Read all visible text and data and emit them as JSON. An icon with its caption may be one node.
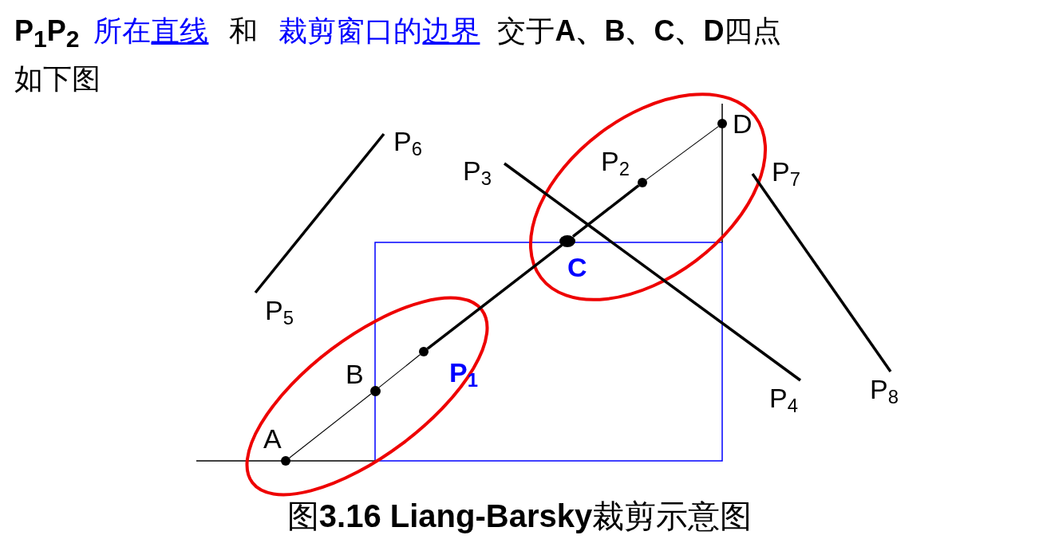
{
  "diagram": {
    "caption": "图**3.16 Liang-Barsky**裁剪示意图",
    "nodes": [
      {
        "text": [],
        "shape": "circle",
        "beside": [
          "A"
        ]
      },
      {
        "text": [],
        "shape": "circle",
        "beside": [
          "B"
        ]
      },
      {
        "text": [],
        "shape": "circle",
        "beside": [
          "P$_{1}$"
        ]
      },
      {
        "text": [],
        "shape": "circle",
        "beside": [
          "C"
        ]
      },
      {
        "text": [],
        "shape": "circle",
        "beside": [
          "P$_{2}$"
        ]
      },
      {
        "text": [],
        "shape": "circle",
        "beside": [
          "D"
        ]
      },
      {
        "text": [
          "P$_{5}$"
        ]
      },
      {
        "text": [
          "P$_{6}$"
        ]
      },
      {
        "text": [
          "P$_{3}$"
        ]
      },
      {
        "text": [
          "P$_{4}$"
        ]
      },
      {
        "text": [
          "P$_{7}$"
        ]
      },
      {
        "text": [
          "P$_{8}$"
        ]
      }
    ],
    "edges": [
      {
        "from": 0,
        "to": 1,
        "arrow": "none"
      },
      {
        "from": 1,
        "to": 2,
        "arrow": "none"
      },
      {
        "from": 2,
        "to": 3,
        "arrow": "none"
      },
      {
        "from": 3,
        "to": 4,
        "arrow": "none"
      },
      {
        "from": 4,
        "to": 5,
        "arrow": "none"
      },
      {
        "from": 6,
        "to": 7,
        "arrow": "none"
      },
      {
        "from": 8,
        "to": 9,
        "arrow": "none"
      },
      {
        "from": 10,
        "to": 11,
        "arrow": "none"
      }
    ],
    "labels": [
      "P$_{1}$P$_{2}$",
      "所在",
      "直线",
      "和",
      "裁剪窗口的",
      "边界",
      "交于**A、B、C、D**四点",
      "如下图"
    ]
  }
}
